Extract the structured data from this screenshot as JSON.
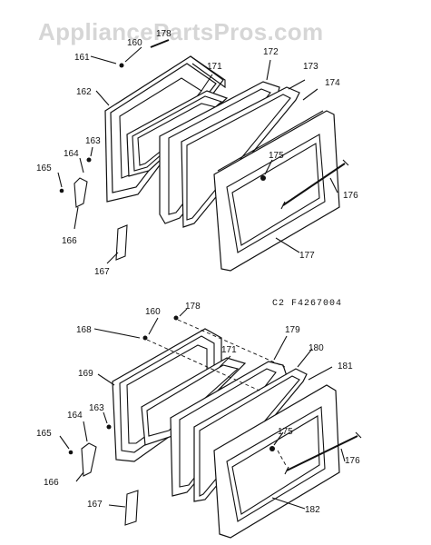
{
  "watermark": "AppliancePartsPros.com",
  "diagram_code": "C2   F4267004",
  "top_assembly": {
    "labels": [
      "160",
      "161",
      "162",
      "163",
      "164",
      "165",
      "166",
      "167",
      "171",
      "172",
      "173",
      "174",
      "175",
      "176",
      "177",
      "178"
    ]
  },
  "bottom_assembly": {
    "labels": [
      "160",
      "168",
      "169",
      "163",
      "164",
      "165",
      "166",
      "167",
      "171",
      "175",
      "176",
      "178",
      "179",
      "180",
      "181",
      "182"
    ]
  }
}
